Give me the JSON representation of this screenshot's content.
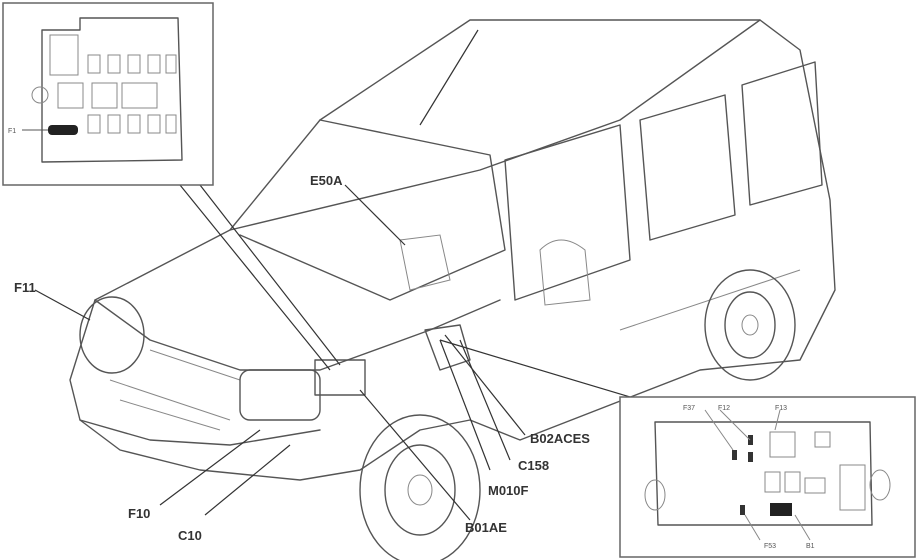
{
  "labels": {
    "e50a": "E50A",
    "f11": "F11",
    "f10": "F10",
    "c10": "C10",
    "b01ae": "B01AE",
    "m010f": "M010F",
    "c158": "C158",
    "b02aces": "B02ACES"
  },
  "inset_left": {
    "fuse_label": "F1"
  },
  "inset_right": {
    "top_labels": [
      "F37",
      "F12",
      "F13"
    ],
    "bottom_labels": [
      "F53",
      "B1"
    ]
  }
}
